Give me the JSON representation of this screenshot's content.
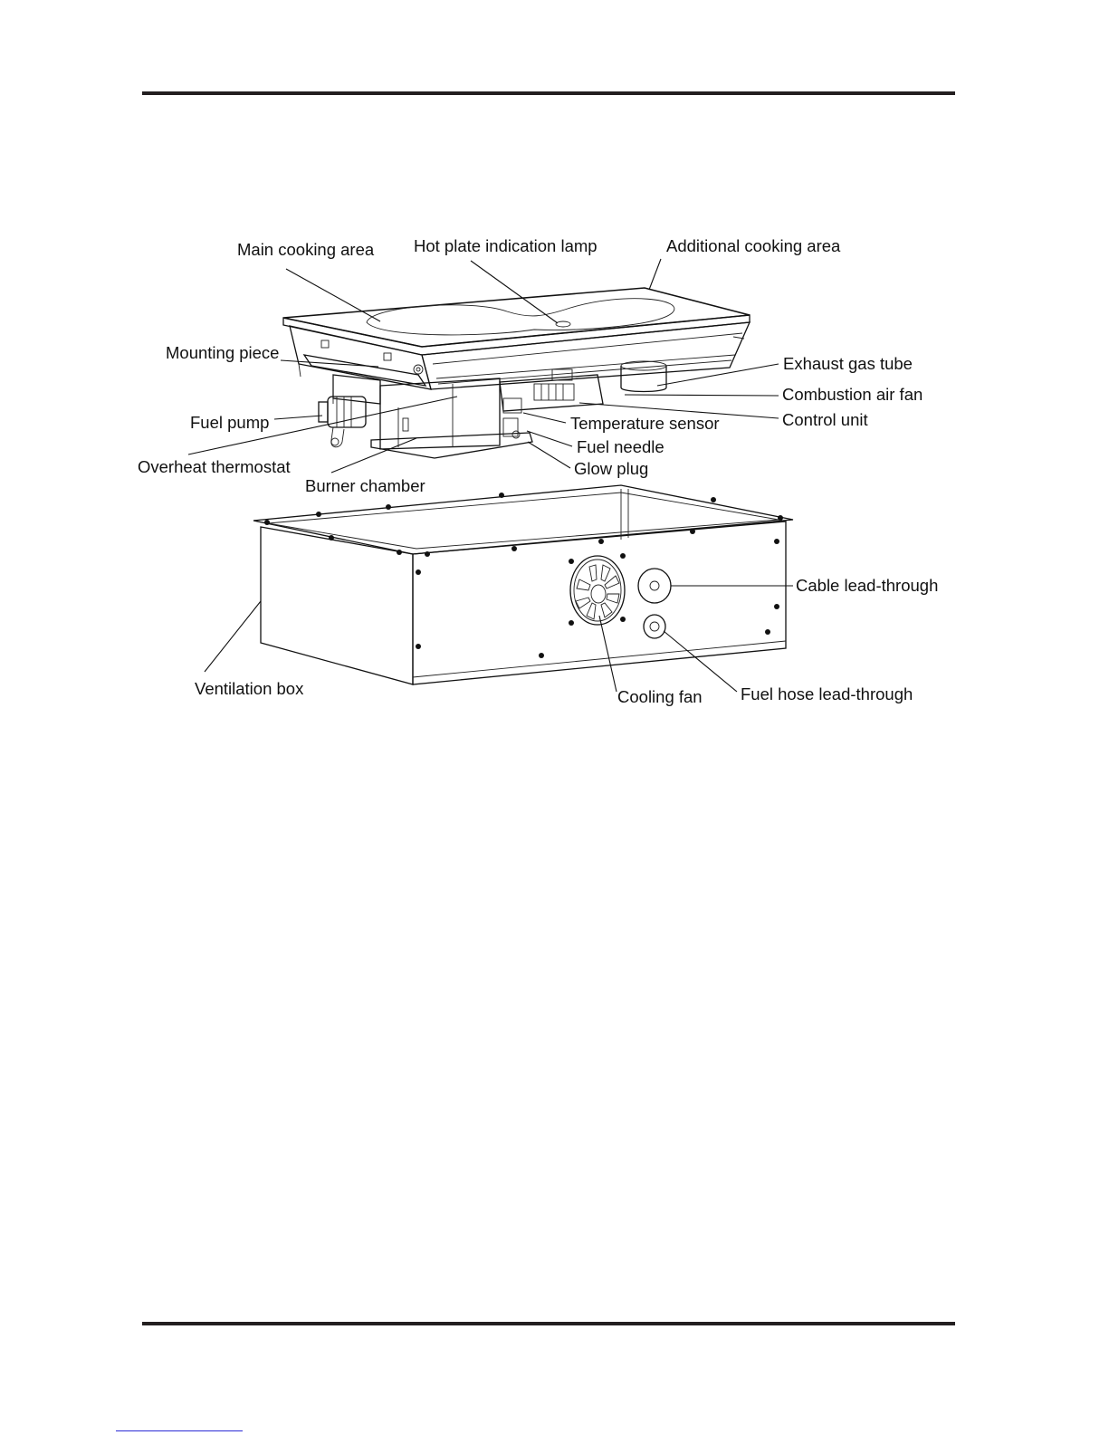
{
  "labels": {
    "main_cooking_area": "Main cooking area",
    "hot_plate_indication_lamp": "Hot plate indication lamp",
    "additional_cooking_area": "Additional cooking area",
    "mounting_piece": "Mounting piece",
    "exhaust_gas_tube": "Exhaust gas tube",
    "combustion_air_fan": "Combustion air fan",
    "fuel_pump": "Fuel pump",
    "temperature_sensor": "Temperature sensor",
    "control_unit": "Control unit",
    "fuel_needle": "Fuel needle",
    "overheat_thermostat": "Overheat thermostat",
    "glow_plug": "Glow plug",
    "burner_chamber": "Burner chamber",
    "cable_lead_through": "Cable lead-through",
    "ventilation_box": "Ventilation box",
    "cooling_fan": "Cooling fan",
    "fuel_hose_lead_through": "Fuel hose lead-through"
  }
}
